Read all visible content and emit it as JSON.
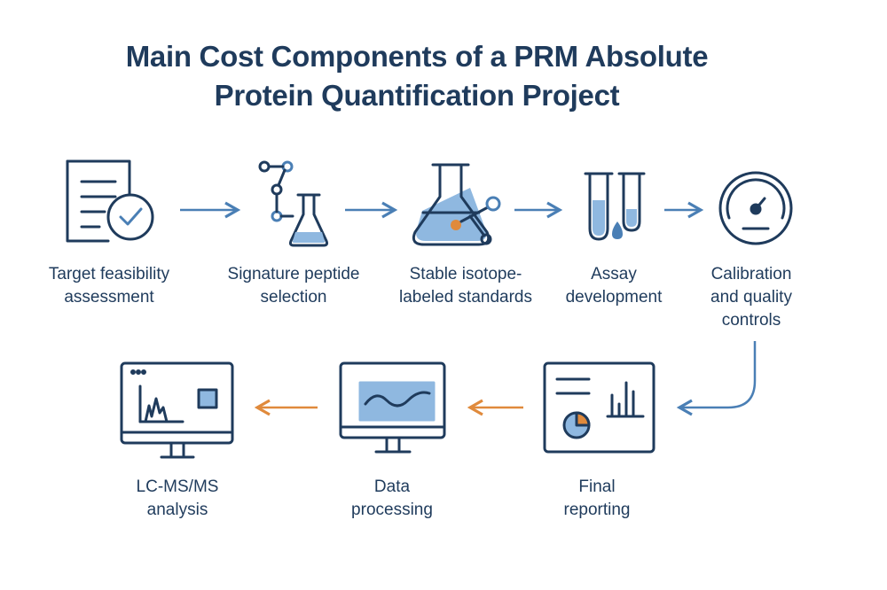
{
  "title": {
    "line1": "Main Cost Components of a PRM Absolute",
    "line2": "Protein Quantification Project"
  },
  "steps": [
    {
      "icon": "checklist-document-icon",
      "line1": "Target feasibility",
      "line2": "assessment"
    },
    {
      "icon": "peptide-flask-icon",
      "line1": "Signature peptide",
      "line2": "selection"
    },
    {
      "icon": "erlenmeyer-flask-icon",
      "line1": "Stable isotope-",
      "line2": "labeled standards"
    },
    {
      "icon": "test-tubes-icon",
      "line1": "Assay",
      "line2": "development"
    },
    {
      "icon": "gauge-icon",
      "line1": "Calibration",
      "line2": "and quality",
      "line3": "controls"
    },
    {
      "icon": "report-chart-icon",
      "line1": "Final",
      "line2": "reporting"
    },
    {
      "icon": "monitor-waveform-icon",
      "line1": "Data",
      "line2": "processing"
    },
    {
      "icon": "ms-spectrum-monitor-icon",
      "line1": "LC-MS/MS",
      "line2": "analysis"
    }
  ],
  "colors": {
    "navy": "#1f3b5c",
    "accent_blue": "#4a7fb5",
    "light_blue": "#8fb8e0",
    "orange": "#e08a3c"
  }
}
